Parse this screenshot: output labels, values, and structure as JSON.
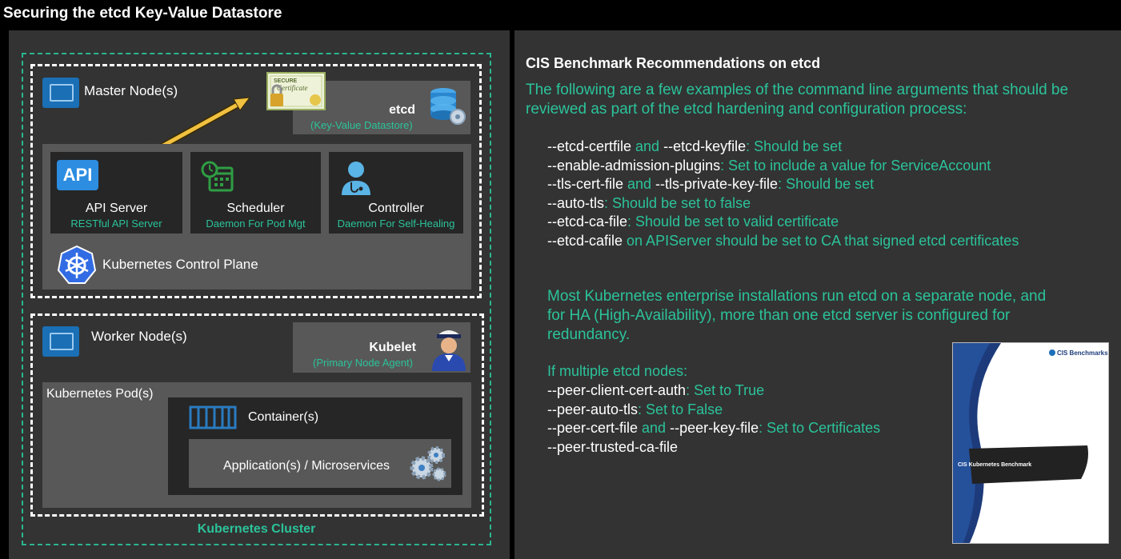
{
  "title": "Securing the etcd Key-Value Datastore",
  "cluster_label": "Kubernetes Cluster",
  "master": {
    "label": "Master Node(s)",
    "etcd_title": "etcd",
    "etcd_sub": "(Key-Value Datastore)",
    "cert_text": "Certificate",
    "cert_top": "SECURE",
    "control_plane": "Kubernetes Control Plane",
    "api_icon_text": "API",
    "components": [
      {
        "name": "API Server",
        "sub": "RESTful API Server"
      },
      {
        "name": "Scheduler",
        "sub": "Daemon  For Pod Mgt"
      },
      {
        "name": "Controller",
        "sub": "Daemon  For Self-Healing"
      }
    ]
  },
  "worker": {
    "label": "Worker Node(s)",
    "kubelet_title": "Kubelet",
    "kubelet_sub": "(Primary Node Agent)",
    "pod_label": "Kubernetes Pod(s)",
    "container_label": "Container(s)",
    "app_label": "Application(s) / Microservices"
  },
  "cis": {
    "heading": "CIS Benchmark Recommendations on etcd",
    "intro_line1": "The following are a few examples of the command line arguments that should be",
    "intro_line2": "reviewed as part of the etcd hardening and configuration process:",
    "args": [
      [
        {
          "t": "--etcd-certfile",
          "c": "arg"
        },
        {
          "t": " and ",
          "c": "g"
        },
        {
          "t": "--etcd-keyfile",
          "c": "arg"
        },
        {
          "t": ": Should be set",
          "c": "g"
        }
      ],
      [
        {
          "t": "--enable-admission-plugins",
          "c": "arg"
        },
        {
          "t": ": Set to include a value for ServiceAccount",
          "c": "g"
        }
      ],
      [
        {
          "t": "--tls-cert-file",
          "c": "arg"
        },
        {
          "t": " and ",
          "c": "g"
        },
        {
          "t": "--tls-private-key-file",
          "c": "arg"
        },
        {
          "t": ": Should be set",
          "c": "g"
        }
      ],
      [
        {
          "t": "--auto-tls",
          "c": "arg"
        },
        {
          "t": ": Should be set to false",
          "c": "g"
        }
      ],
      [
        {
          "t": "--etcd-ca-file",
          "c": "arg"
        },
        {
          "t": ": Should be set to valid certificate",
          "c": "g"
        }
      ],
      [
        {
          "t": "--etcd-cafile",
          "c": "arg"
        },
        {
          "t": " on APIServer should be set to CA that signed etcd certificates",
          "c": "g"
        }
      ]
    ],
    "ha_line1": "Most Kubernetes enterprise installations run etcd on a separate node, and",
    "ha_line2": "for HA (High-Availability), more than one etcd server is configured for",
    "ha_line3": "redundancy.",
    "multi_heading": "If multiple etcd nodes:",
    "peer_args": [
      [
        {
          "t": "--peer-client-cert-auth",
          "c": "arg"
        },
        {
          "t": ": Set to True",
          "c": "g"
        }
      ],
      [
        {
          "t": "--peer-auto-tls",
          "c": "arg"
        },
        {
          "t": ": Set to False",
          "c": "g"
        }
      ],
      [
        {
          "t": "--peer-cert-file",
          "c": "arg"
        },
        {
          "t": " and ",
          "c": "g"
        },
        {
          "t": "--peer-key-file",
          "c": "arg"
        },
        {
          "t": ": Set to  Certificates",
          "c": "g"
        }
      ],
      [
        {
          "t": "--peer-trusted-ca-file",
          "c": "arg"
        }
      ]
    ]
  },
  "cover": {
    "brand": "CIS Benchmarks",
    "title": "CIS Kubernetes Benchmark"
  },
  "colors": {
    "accent_green": "#2bc39a",
    "panel": "#333333",
    "arrow": "#f0c040"
  }
}
